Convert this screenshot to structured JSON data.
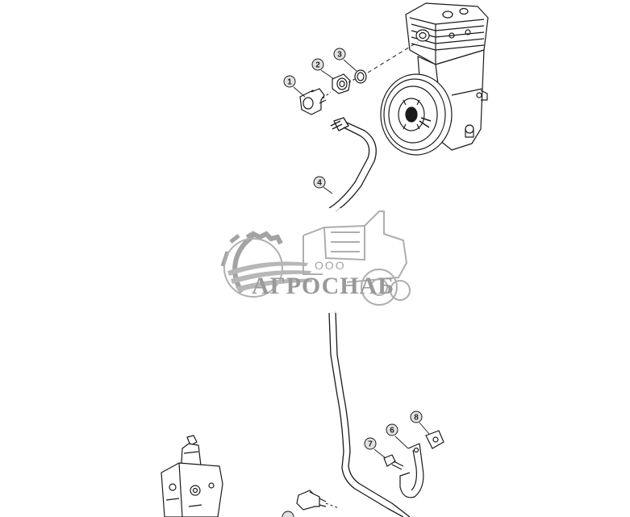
{
  "callouts": [
    {
      "num": "1"
    },
    {
      "num": "2"
    },
    {
      "num": "3"
    },
    {
      "num": "4"
    },
    {
      "num": "6"
    },
    {
      "num": "7"
    },
    {
      "num": "8"
    }
  ],
  "watermark": {
    "small": "ООО",
    "big": "АГРОСНАБ"
  },
  "colors": {
    "line": "#1a1a1a",
    "watermark": "#9a9a9a"
  }
}
